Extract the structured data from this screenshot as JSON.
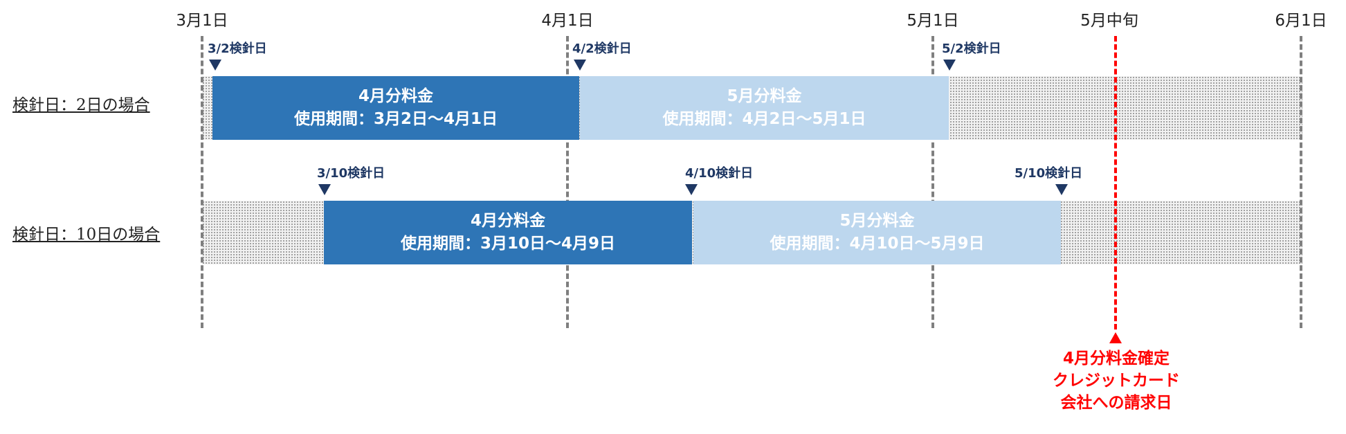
{
  "timeline": {
    "date_labels": [
      "3月1日",
      "4月1日",
      "5月1日",
      "5月中旬",
      "6月1日"
    ]
  },
  "rows": [
    {
      "label": "検針日：2日の場合",
      "meter_readings": [
        "3/2検針日",
        "4/2検針日",
        "5/2検針日"
      ],
      "bars": [
        {
          "title": "4月分料金",
          "period": "使用期間：3月2日～4月1日",
          "style": "dark"
        },
        {
          "title": "5月分料金",
          "period": "使用期間：4月2日～5月1日",
          "style": "light"
        }
      ]
    },
    {
      "label": "検針日：10日の場合",
      "meter_readings": [
        "3/10検針日",
        "4/10検針日",
        "5/10検針日"
      ],
      "bars": [
        {
          "title": "4月分料金",
          "period": "使用期間：3月10日～4月9日",
          "style": "dark"
        },
        {
          "title": "5月分料金",
          "period": "使用期間：4月10日～5月9日",
          "style": "light"
        }
      ]
    }
  ],
  "billing_note": {
    "lines": [
      "4月分料金確定",
      "クレジットカード",
      "会社への請求日"
    ]
  },
  "colors": {
    "dark_bar": "#2e75b6",
    "light_bar": "#bdd7ee",
    "marker": "#1f3864",
    "highlight": "#ff0000",
    "guide_line": "#7f7f7f"
  }
}
